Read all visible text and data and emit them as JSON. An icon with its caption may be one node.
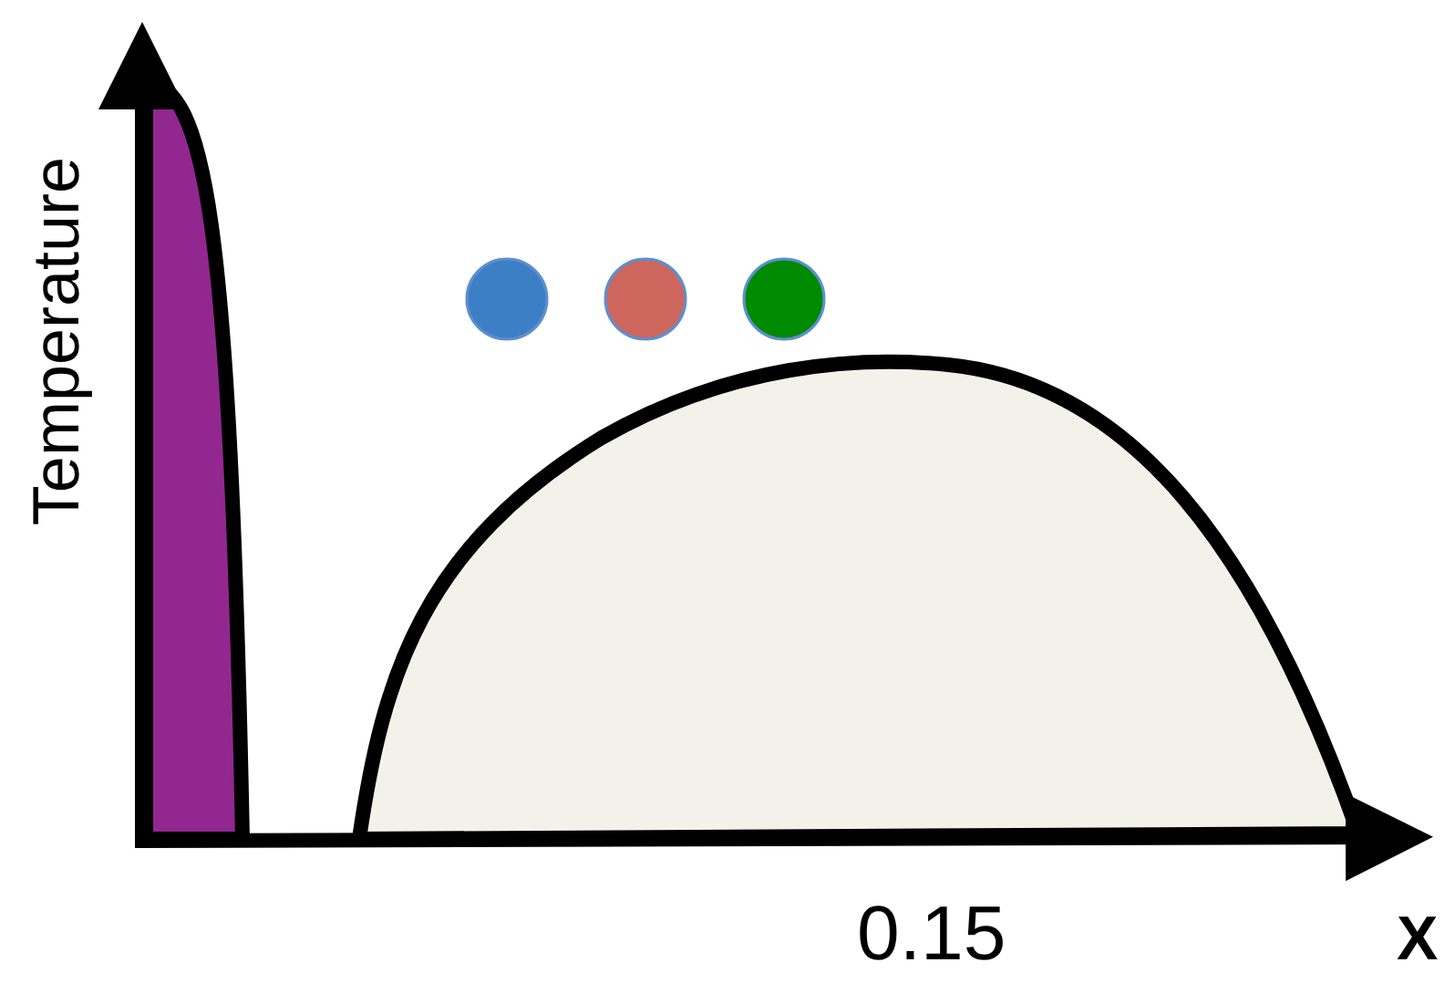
{
  "diagram": {
    "labels": [
      "Temperature",
      "0.15",
      "X"
    ]
  }
}
